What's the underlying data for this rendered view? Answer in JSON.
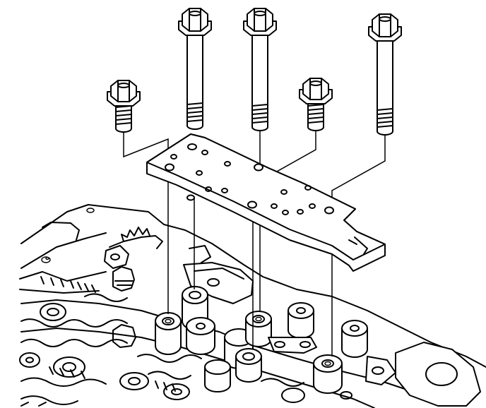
{
  "figure": {
    "background_color": "#ffffff",
    "line_color": "#000000",
    "style": "black-and-white line-art exploded view",
    "labels": []
  },
  "parts": {
    "bolts": [
      {
        "name": "short-bolt-left",
        "type": "short"
      },
      {
        "name": "long-bolt-1",
        "type": "long"
      },
      {
        "name": "long-bolt-2",
        "type": "long"
      },
      {
        "name": "short-bolt-right",
        "type": "short"
      },
      {
        "name": "long-bolt-3",
        "type": "long"
      }
    ],
    "cover_plate": {
      "name": "valve-body-cover-plate"
    },
    "assembly": {
      "name": "valve-body-assembly"
    }
  }
}
